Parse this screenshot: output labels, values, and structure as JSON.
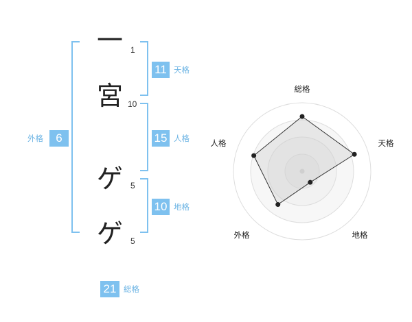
{
  "name": {
    "chars": [
      {
        "char": "一",
        "strokes": "1"
      },
      {
        "char": "宮",
        "strokes": "10"
      },
      {
        "char": "ゲ",
        "strokes": "5"
      },
      {
        "char": "ゲ",
        "strokes": "5"
      }
    ]
  },
  "grades": {
    "tenkaku": {
      "value": "11",
      "label": "天格"
    },
    "jinkaku": {
      "value": "15",
      "label": "人格"
    },
    "chikaku": {
      "value": "10",
      "label": "地格"
    },
    "gaikaku": {
      "value": "6",
      "label": "外格"
    },
    "soukaku": {
      "value": "21",
      "label": "総格"
    }
  },
  "colors": {
    "accent": "#7ec1ef",
    "label": "#6cb4e4"
  },
  "chart_data": {
    "type": "radar",
    "axes": [
      "総格",
      "天格",
      "地格",
      "外格",
      "人格"
    ],
    "rings": 4,
    "values": [
      4,
      4,
      1,
      3,
      3.7
    ],
    "range": [
      0,
      5
    ]
  }
}
